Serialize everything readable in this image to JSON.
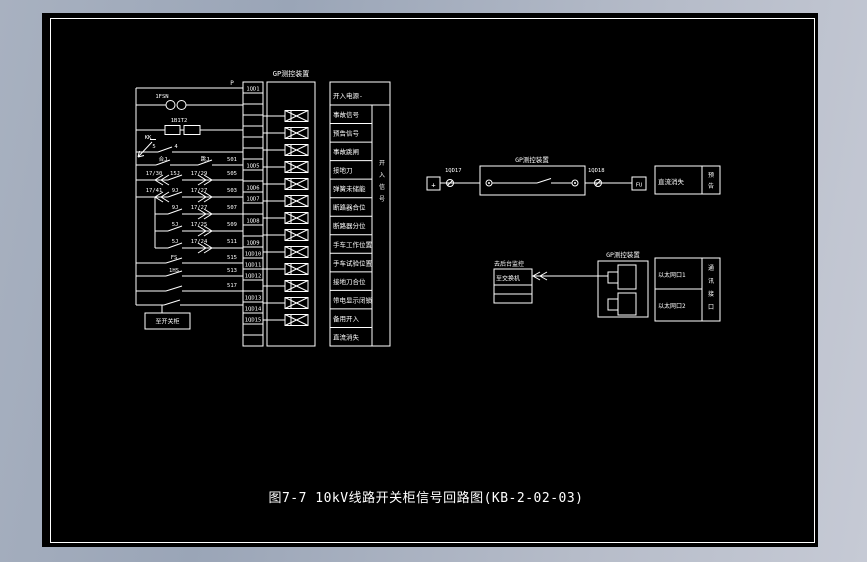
{
  "caption": "图7-7 10kV线路开关柜信号回路图(KB-2-02-03)",
  "left_circuit": {
    "device_label": "GP测控装置",
    "labels": {
      "p": "P",
      "fsn": "1FSN",
      "b1t2": "1B1T2",
      "kk": "KK",
      "n5": "5",
      "n4": "4",
      "hj": "合J",
      "tj": "跳J",
      "w501": "501",
      "r7a": "17/30",
      "r7b": "15J",
      "r7c": "17/29",
      "r7d": "505",
      "r8a": "17/41",
      "r8b": "9J",
      "r8c": "17/27",
      "r8d": "503",
      "r9b": "9J",
      "r9c": "17/27",
      "r9d": "507",
      "r10b": "5J",
      "r10c": "17/25",
      "r10d": "509",
      "r11b": "5J",
      "r11c": "17/24",
      "r11d": "511",
      "r12a": "FS",
      "r12d": "515",
      "r13a": "1HS",
      "r13d": "513",
      "r14d": "517",
      "cabinet_box": "至开关柜"
    },
    "terminals": [
      "1QD1",
      "",
      "",
      "",
      "",
      "",
      "",
      "1QD5",
      "",
      "1QD6",
      "1QD7",
      "",
      "1QD8",
      "",
      "1QD9",
      "1QD10",
      "1QD11",
      "1QD12",
      "",
      "1QD13",
      "1QD14",
      "1QD15",
      "",
      ""
    ],
    "signal_table": {
      "header": "开入电源-",
      "rows": [
        "事故信号",
        "预告信号",
        "事故跳闸",
        "接地刀",
        "弹簧未储能",
        "断路器合位",
        "断路器分位",
        "手车工作位置",
        "手车试验位置",
        "接地刀合位",
        "带电显示闭锁",
        "备用开入",
        "直流消失"
      ],
      "side_label": "开入信号"
    }
  },
  "dc_section": {
    "device_label": "GP测控装置",
    "plus": "+",
    "t_left": "1QD17",
    "t_right": "1QD18",
    "fu": "FU",
    "signal": "直流消失",
    "side": "预告"
  },
  "comm_section": {
    "device_label": "GP测控装置",
    "left_title": "去后台监控",
    "left_cell": "至交换机",
    "ports": [
      "以太网口1",
      "以太网口2"
    ],
    "side": "通讯接口"
  },
  "colors": {
    "line": "#ffffff",
    "background": "#000000",
    "chrome": "#a8b1c0"
  }
}
